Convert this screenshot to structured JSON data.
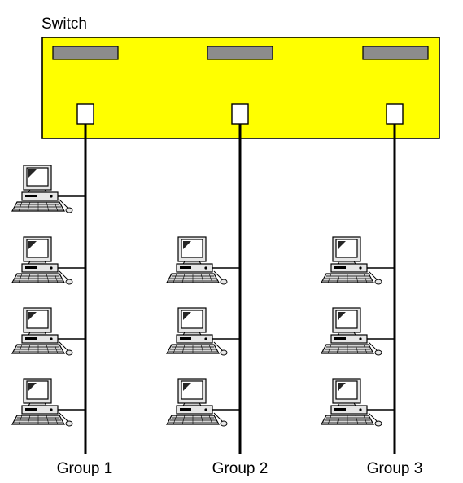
{
  "switch": {
    "label": "Switch",
    "color": "#ffff00",
    "slot_color": "#8c8c8c"
  },
  "groups": [
    {
      "label": "Group 1",
      "computers": 4
    },
    {
      "label": "Group 2",
      "computers": 3
    },
    {
      "label": "Group 3",
      "computers": 3
    }
  ],
  "icons": [
    "computer-icon"
  ]
}
